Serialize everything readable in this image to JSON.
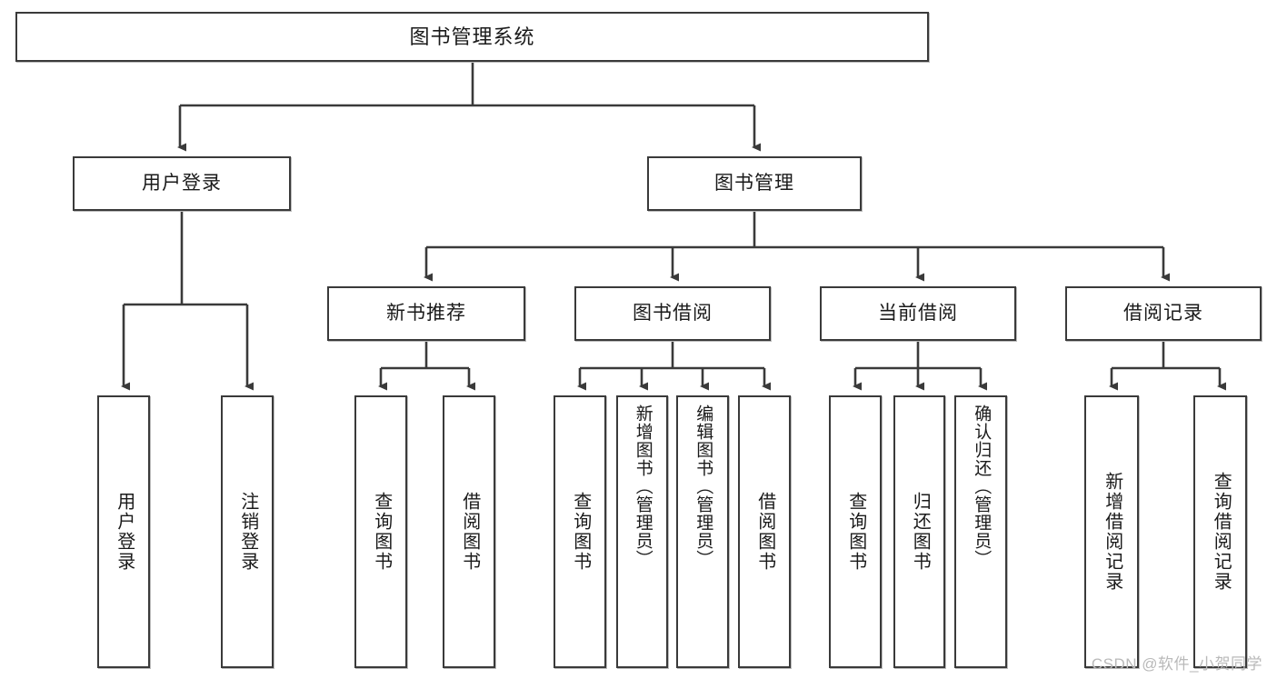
{
  "diagram": {
    "title": "图书管理系统",
    "watermark": "CSDN @软件_小贺同学",
    "line_color": "#3a3a3a",
    "box_fill": "#ffffff",
    "text_color": "#1a1a1a",
    "nodes": {
      "root": "图书管理系统",
      "user_login": "用户登录",
      "book_manage": "图书管理",
      "new_book_rec": "新书推荐",
      "book_borrow": "图书借阅",
      "current_borrow": "当前借阅",
      "borrow_record": "借阅记录",
      "leaf_user_login": "用户登录",
      "leaf_logout": "注销登录",
      "leaf_query_book_1": "查询图书",
      "leaf_borrow_book_1": "借阅图书",
      "leaf_query_book_2": "查询图书",
      "leaf_add_book_admin": "新增图书（管理员）",
      "leaf_edit_book_admin": "编辑图书（管理员）",
      "leaf_borrow_book_2": "借阅图书",
      "leaf_query_book_3": "查询图书",
      "leaf_return_book": "归还图书",
      "leaf_confirm_return_admin": "确认归还（管理员）",
      "leaf_add_borrow_record": "新增借阅记录",
      "leaf_query_borrow_record": "查询借阅记录"
    }
  }
}
